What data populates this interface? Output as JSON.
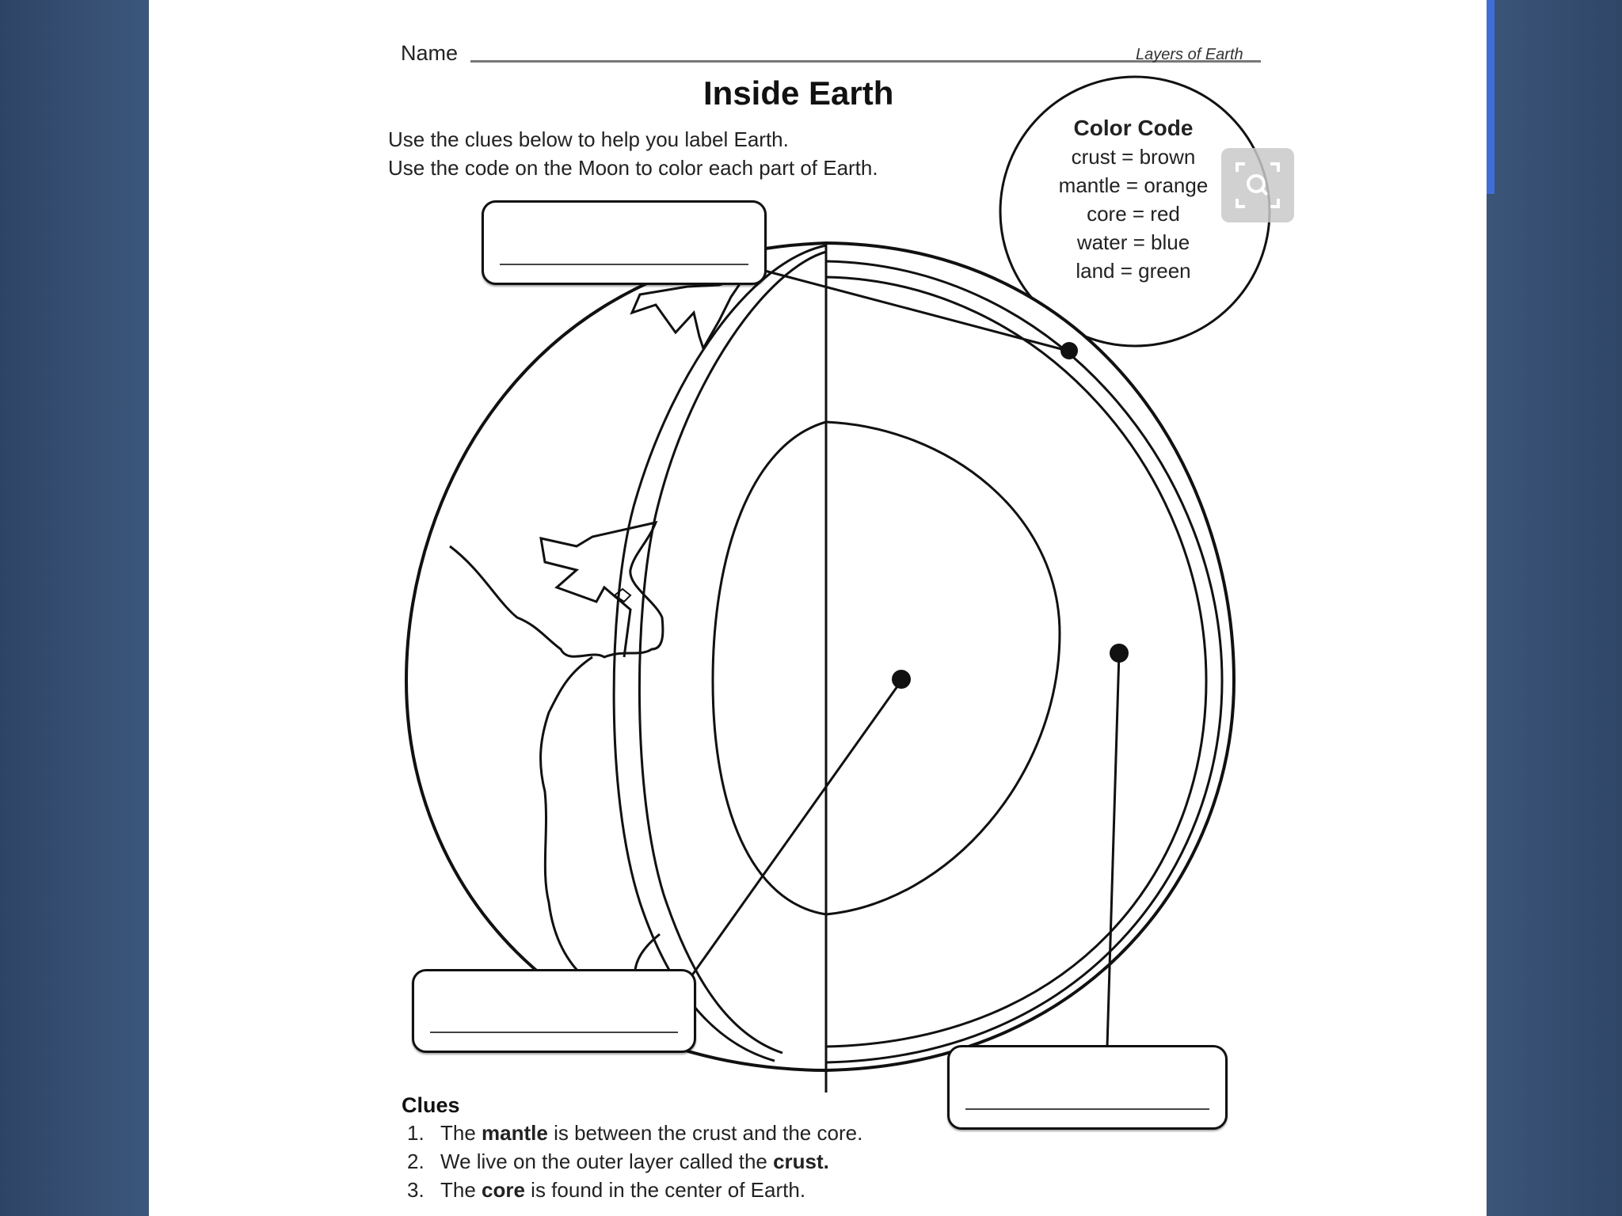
{
  "worksheet": {
    "name_label": "Name",
    "unit_label": "Layers of Earth",
    "title": "Inside Earth",
    "instruction_1": "Use the clues below to help you label Earth.",
    "instruction_2": "Use the code on the Moon to color each part of Earth."
  },
  "color_code": {
    "title": "Color Code",
    "items": [
      "crust = brown",
      "mantle = orange",
      "core = red",
      "water = blue",
      "land = green"
    ]
  },
  "clues": {
    "title": "Clues",
    "items": [
      {
        "num": "1.",
        "pre": "The ",
        "bold": "mantle",
        "post": " is between the crust and the core."
      },
      {
        "num": "2.",
        "pre": "We live on the outer layer called the ",
        "bold": "crust.",
        "post": ""
      },
      {
        "num": "3.",
        "pre": "The ",
        "bold": "core",
        "post": " is found in the center of Earth."
      }
    ]
  },
  "icons": {
    "zoom": "zoom-search-icon"
  },
  "colors": {
    "background": "#3a5377",
    "accent": "#3f6fd6",
    "page": "#ffffff"
  }
}
